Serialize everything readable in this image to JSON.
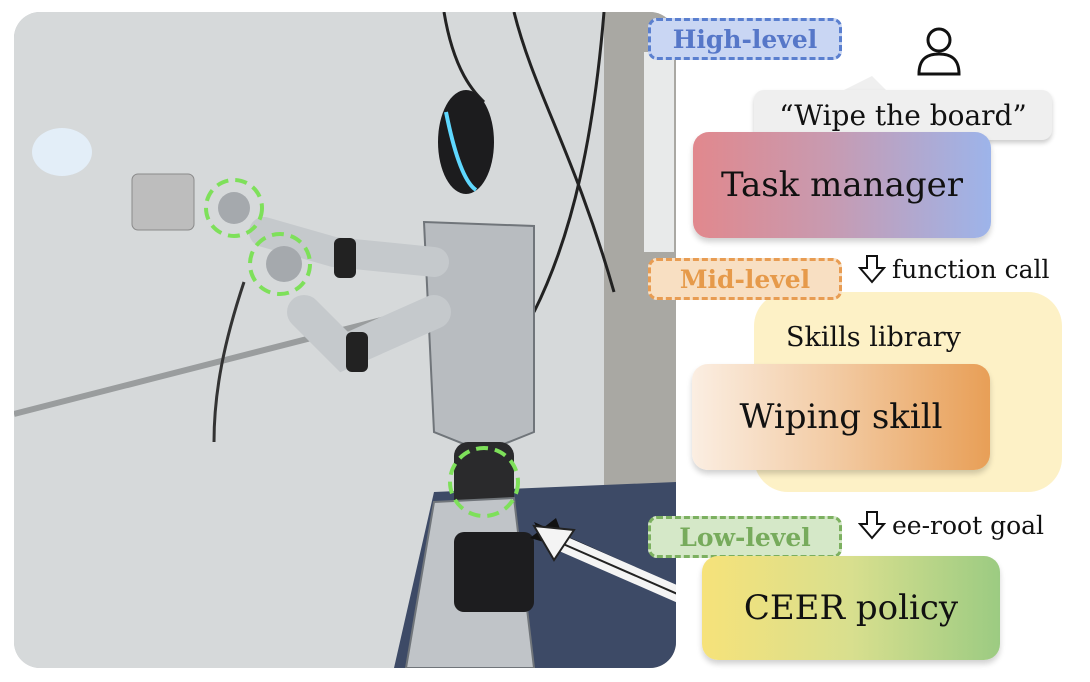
{
  "levels": {
    "high": "High-level",
    "mid": "Mid-level",
    "low": "Low-level"
  },
  "user_command": "“Wipe the board”",
  "boxes": {
    "task_manager": "Task manager",
    "skills_library": "Skills library",
    "wiping_skill": "Wiping skill",
    "ceer_policy": "CEER policy"
  },
  "arrows": {
    "function_call": "function call",
    "ee_root_goal": "ee-root goal"
  },
  "icons": {
    "user": "user-icon",
    "down_arrow": "down-arrow-icon",
    "pointer_arrow": "pointer-arrow-icon"
  },
  "colors": {
    "high_level": "#5a7fcf",
    "mid_level": "#e89c52",
    "low_level": "#7cb060",
    "joint_highlight": "#7ee05a"
  }
}
